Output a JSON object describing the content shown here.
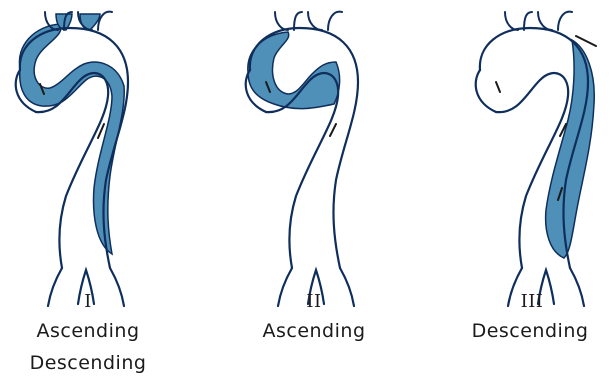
{
  "colors": {
    "outline": "#0f2e5c",
    "dissection_fill": "#4f90b8",
    "background": "#ffffff",
    "text": "#1b1b1b"
  },
  "types": [
    {
      "numeral": "I",
      "lines": [
        "Ascending",
        "Descending"
      ]
    },
    {
      "numeral": "II",
      "lines": [
        "Ascending"
      ]
    },
    {
      "numeral": "III",
      "lines": [
        "Descending"
      ]
    }
  ]
}
